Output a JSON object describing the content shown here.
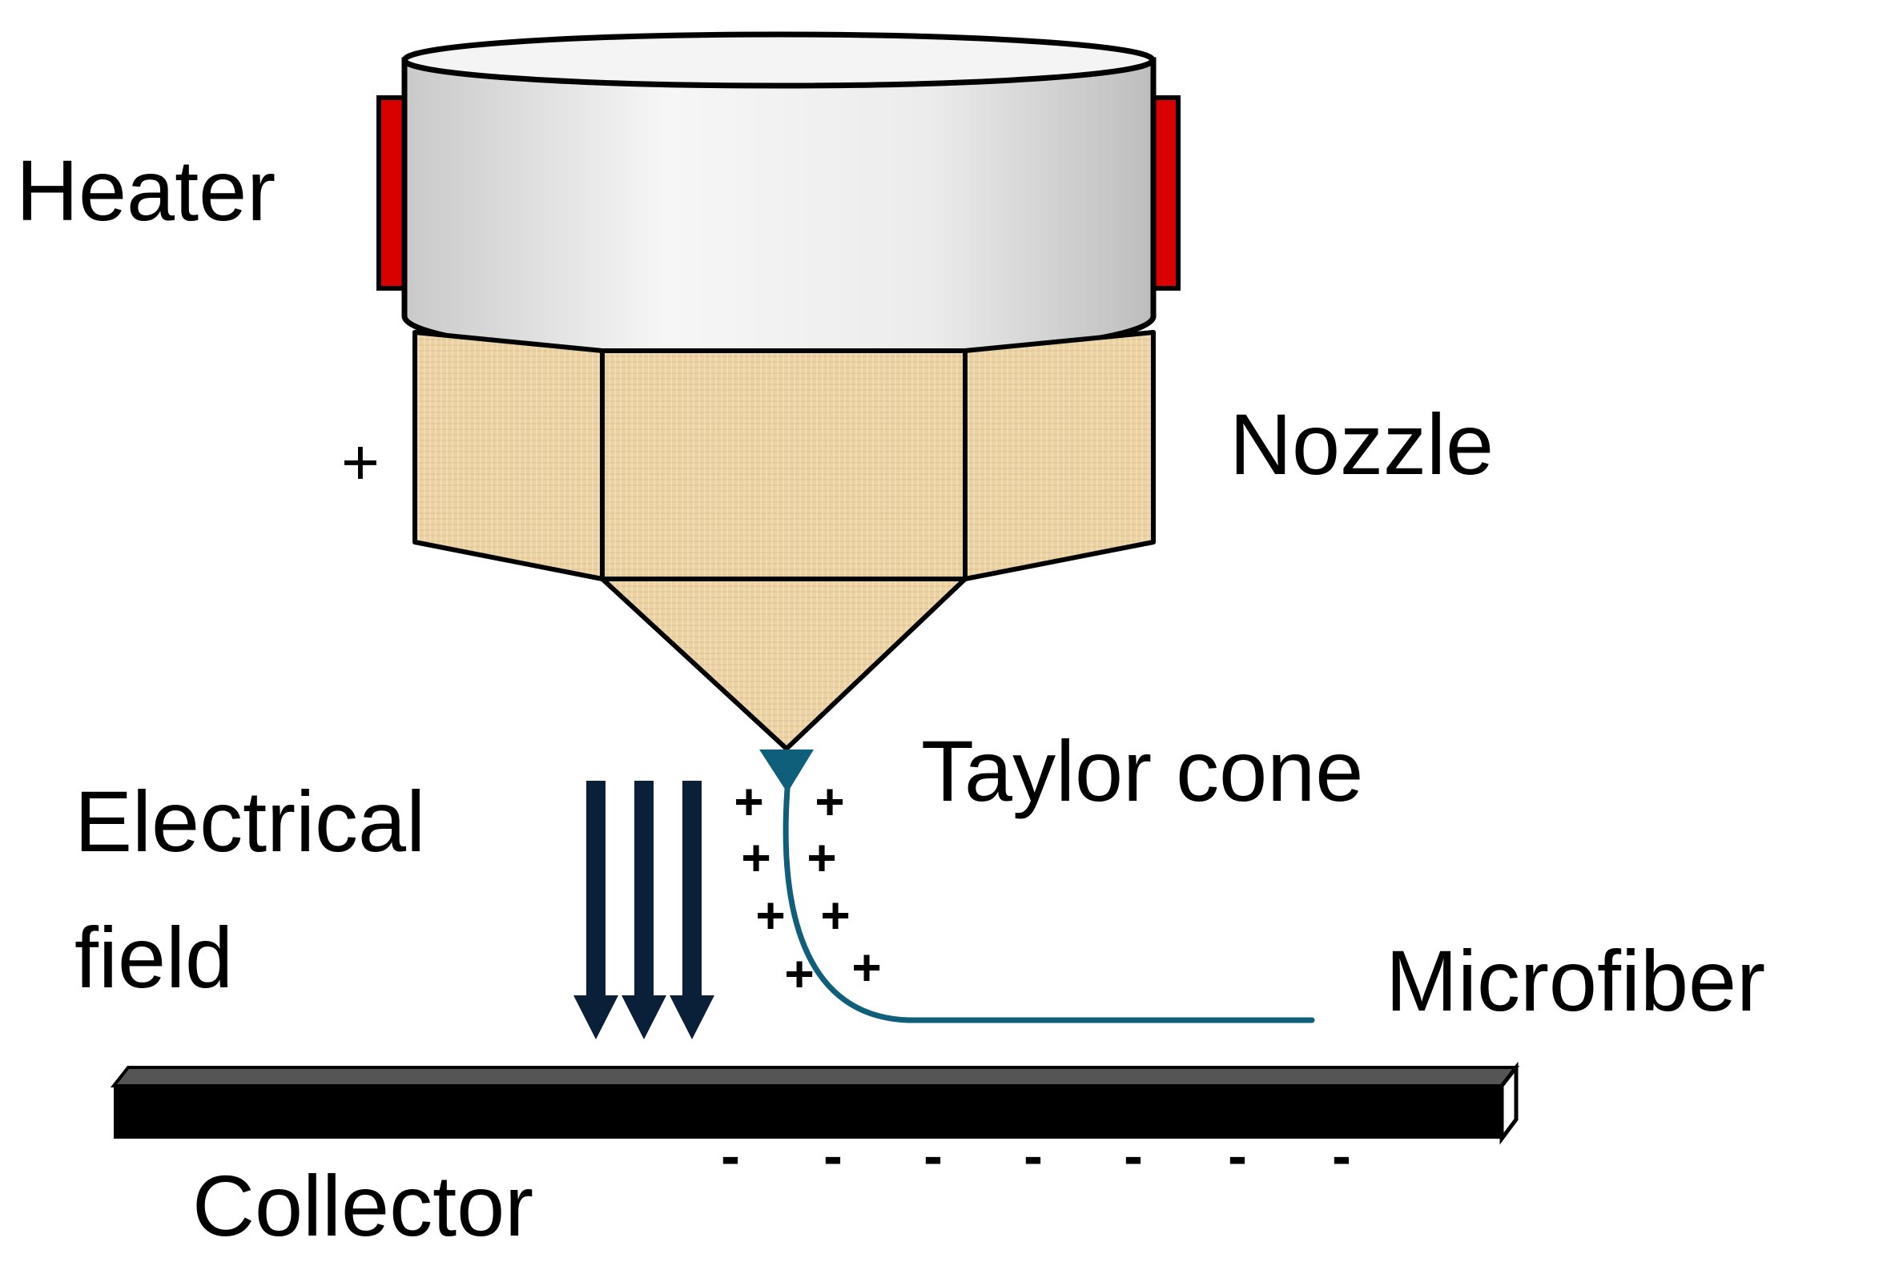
{
  "labels": {
    "heater": "Heater",
    "nozzle": "Nozzle",
    "taylor_cone": "Taylor cone",
    "electrical_line1": "Electrical",
    "electrical_line2": "field",
    "microfiber": "Microfiber",
    "collector": "Collector"
  },
  "signs": {
    "nozzle_charge": "+",
    "jet_charges": [
      "+",
      "+",
      "+",
      "+",
      "+",
      "+",
      "+",
      "+"
    ],
    "collector_charges": [
      "-",
      "-",
      "-",
      "-",
      "-",
      "-",
      "-"
    ]
  },
  "colors": {
    "heater": "#d90000",
    "reservoir": "#e6e6e6",
    "nozzle_fill": "#ecd3a5",
    "fiber": "#0f5e7a",
    "arrows": "#0a2038",
    "collector": "#000000"
  }
}
